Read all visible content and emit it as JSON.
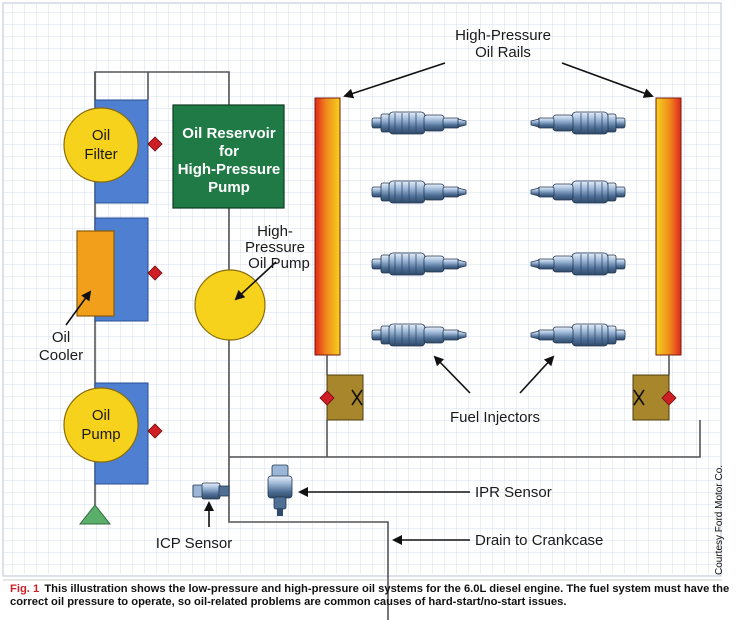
{
  "labels": {
    "oil_filter": [
      "Oil",
      "Filter"
    ],
    "oil_cooler": [
      "Oil",
      "Cooler"
    ],
    "oil_pump": [
      "Oil",
      "Pump"
    ],
    "oil_reservoir": [
      "Oil Reservoir",
      "for",
      "High-Pressure",
      "Pump"
    ],
    "hp_pump": [
      "High-",
      "Pressure",
      "Oil Pump"
    ],
    "hp_rails": [
      "High-Pressure",
      "Oil Rails"
    ],
    "fuel_injectors": "Fuel Injectors",
    "ipr_sensor": "IPR Sensor",
    "icp_sensor": "ICP Sensor",
    "drain": "Drain to Crankcase"
  },
  "caption": {
    "fig_label": "Fig.  1",
    "text": "This illustration shows the low-pressure and high-pressure oil systems for the 6.0L diesel engine. The fuel system must have the correct oil pressure to operate, so oil-related problems are common causes of hard-start/no-start issues."
  },
  "credit": "Courtesy Ford Motor Co.",
  "colors": {
    "grid": "#c9d3e6",
    "blue_block": "#4f7fd0",
    "yellow": "#f7d21c",
    "orange": "#f2a01c",
    "green_reservoir": "#1f7a46",
    "rail_red": "#e0261d",
    "rail_yellow": "#f5d21e",
    "valve_olive": "#a8862c",
    "check_red": "#cf1f24",
    "caption_red": "#d0202a"
  }
}
